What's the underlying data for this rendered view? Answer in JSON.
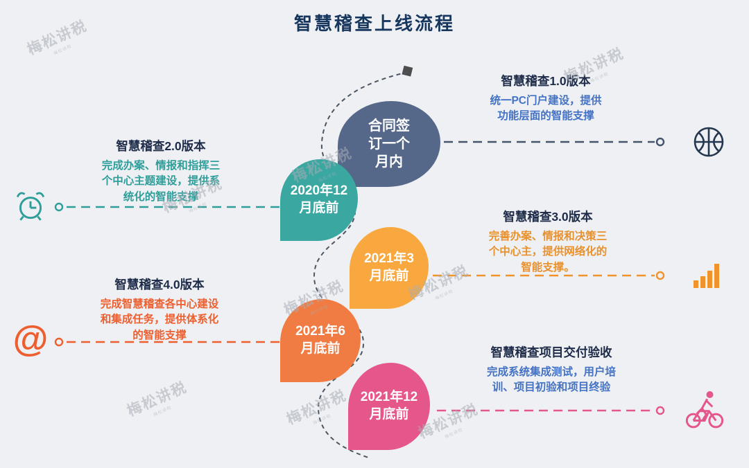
{
  "title": "智慧稽查上线流程",
  "watermark": {
    "text": "梅松讲税"
  },
  "theme": {
    "background": "#eef0f3",
    "title_color": "#17365d",
    "heading_color": "#1e2c49",
    "serpentine_color": "#4a5562",
    "watermark_color": "#a9aeb7"
  },
  "icons": {
    "at_glyph": "@"
  },
  "nodes": [
    {
      "label": "合同签订一个月内",
      "color": "#56688a"
    },
    {
      "label": "2020年12月底前",
      "color": "#3aa7a1"
    },
    {
      "label": "2021年3月底前",
      "color": "#f8a83e"
    },
    {
      "label": "2021年6月底前",
      "color": "#f07c44"
    },
    {
      "label": "2021年12月底前",
      "color": "#e5578b"
    }
  ],
  "milestones": [
    {
      "title": "智慧稽查1.0版本",
      "body": "统一PC门户建设，提供功能层面的智能支撑",
      "color": "#4472c4",
      "icon": "basketball-icon",
      "side": "right"
    },
    {
      "title": "智慧稽查2.0版本",
      "body": "完成办案、情报和指挥三个中心主题建设，提供系统化的智能支撑",
      "color": "#2f9e9a",
      "icon": "alarm-clock-icon",
      "side": "left"
    },
    {
      "title": "智慧稽查3.0版本",
      "body": "完善办案、情报和决策三个中心主，提供网络化的智能支撑。",
      "color": "#e8912d",
      "icon": "bar-chart-icon",
      "side": "right"
    },
    {
      "title": "智慧稽查4.0版本",
      "body": "完成智慧稽查各中心建设和集成任务，提供体系化的智能支撑",
      "color": "#ed5f2f",
      "icon": "at-sign-icon",
      "side": "left"
    },
    {
      "title": "智慧稽查项目交付验收",
      "body": "完成系统集成测试，用户培训、项目初验和项目终验",
      "color": "#4472c4",
      "icon": "cyclist-icon",
      "side": "right"
    }
  ]
}
